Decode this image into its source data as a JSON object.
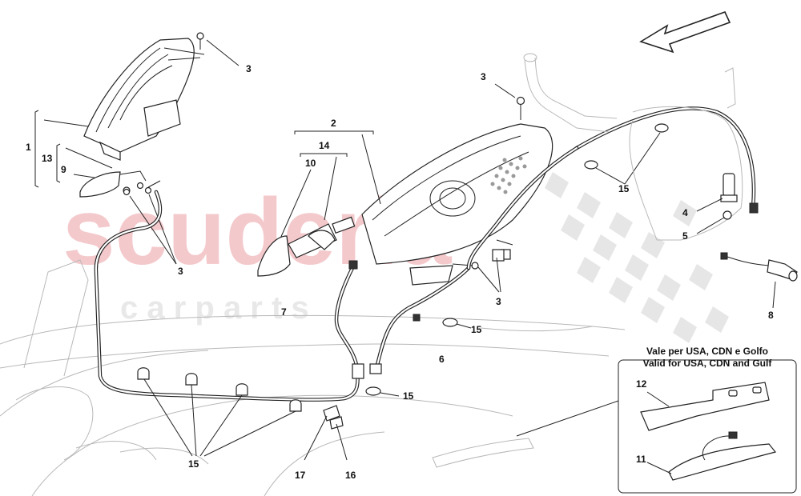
{
  "watermark": {
    "main": "scuderia",
    "sub": "c a r   p a r t s",
    "color": "#f4c9cc"
  },
  "callouts": [
    {
      "id": "c1",
      "text": "1"
    },
    {
      "id": "c2",
      "text": "2"
    },
    {
      "id": "c3a",
      "text": "3"
    },
    {
      "id": "c3b",
      "text": "3"
    },
    {
      "id": "c3c",
      "text": "3"
    },
    {
      "id": "c3d",
      "text": "3"
    },
    {
      "id": "c4",
      "text": "4"
    },
    {
      "id": "c5",
      "text": "5"
    },
    {
      "id": "c6",
      "text": "6"
    },
    {
      "id": "c7",
      "text": "7"
    },
    {
      "id": "c8",
      "text": "8"
    },
    {
      "id": "c9",
      "text": "9"
    },
    {
      "id": "c10",
      "text": "10"
    },
    {
      "id": "c11",
      "text": "11"
    },
    {
      "id": "c12",
      "text": "12"
    },
    {
      "id": "c13",
      "text": "13"
    },
    {
      "id": "c14",
      "text": "14"
    },
    {
      "id": "c15a",
      "text": "15"
    },
    {
      "id": "c15b",
      "text": "15"
    },
    {
      "id": "c15c",
      "text": "15"
    },
    {
      "id": "c15d",
      "text": "15"
    },
    {
      "id": "c16",
      "text": "16"
    },
    {
      "id": "c17",
      "text": "17"
    }
  ],
  "inset": {
    "title_it": "Vale per USA, CDN e Golfo",
    "title_en": "Valid for USA, CDN and Gulf"
  },
  "icons": {
    "direction": "arrow-icon",
    "flag": "checkered-flag-icon"
  }
}
